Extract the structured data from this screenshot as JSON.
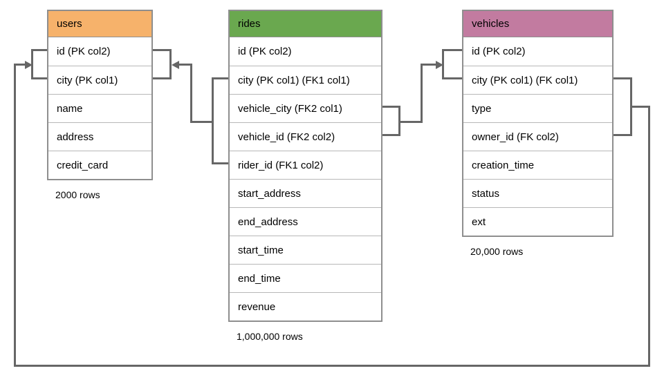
{
  "diagram": {
    "line_color": "#666666",
    "tables": [
      {
        "name": "users",
        "header_color": "#f6b26b",
        "columns": [
          "id (PK col2)",
          "city (PK col1)",
          "name",
          "address",
          "credit_card"
        ],
        "row_count_label": "2000 rows"
      },
      {
        "name": "rides",
        "header_color": "#6aa84f",
        "columns": [
          "id (PK col2)",
          "city (PK col1) (FK1 col1)",
          "vehicle_city (FK2 col1)",
          "vehicle_id (FK2 col2)",
          "rider_id (FK1 col2)",
          "start_address",
          "end_address",
          "start_time",
          "end_time",
          "revenue"
        ],
        "row_count_label": "1,000,000 rows"
      },
      {
        "name": "vehicles",
        "header_color": "#c27ba0",
        "columns": [
          "id (PK col2)",
          "city (PK col1) (FK col1)",
          "type",
          "owner_id (FK col2)",
          "creation_time",
          "status",
          "ext"
        ],
        "row_count_label": "20,000 rows"
      }
    ],
    "relationships": [
      {
        "from": "rides (city FK1 col1, rider_id FK1 col2)",
        "to": "users (id, city)"
      },
      {
        "from": "rides (vehicle_city FK2 col1, vehicle_id FK2 col2)",
        "to": "vehicles (id, city)"
      },
      {
        "from": "vehicles (city FK col1, owner_id FK col2)",
        "to": "users (id, city)"
      }
    ]
  }
}
